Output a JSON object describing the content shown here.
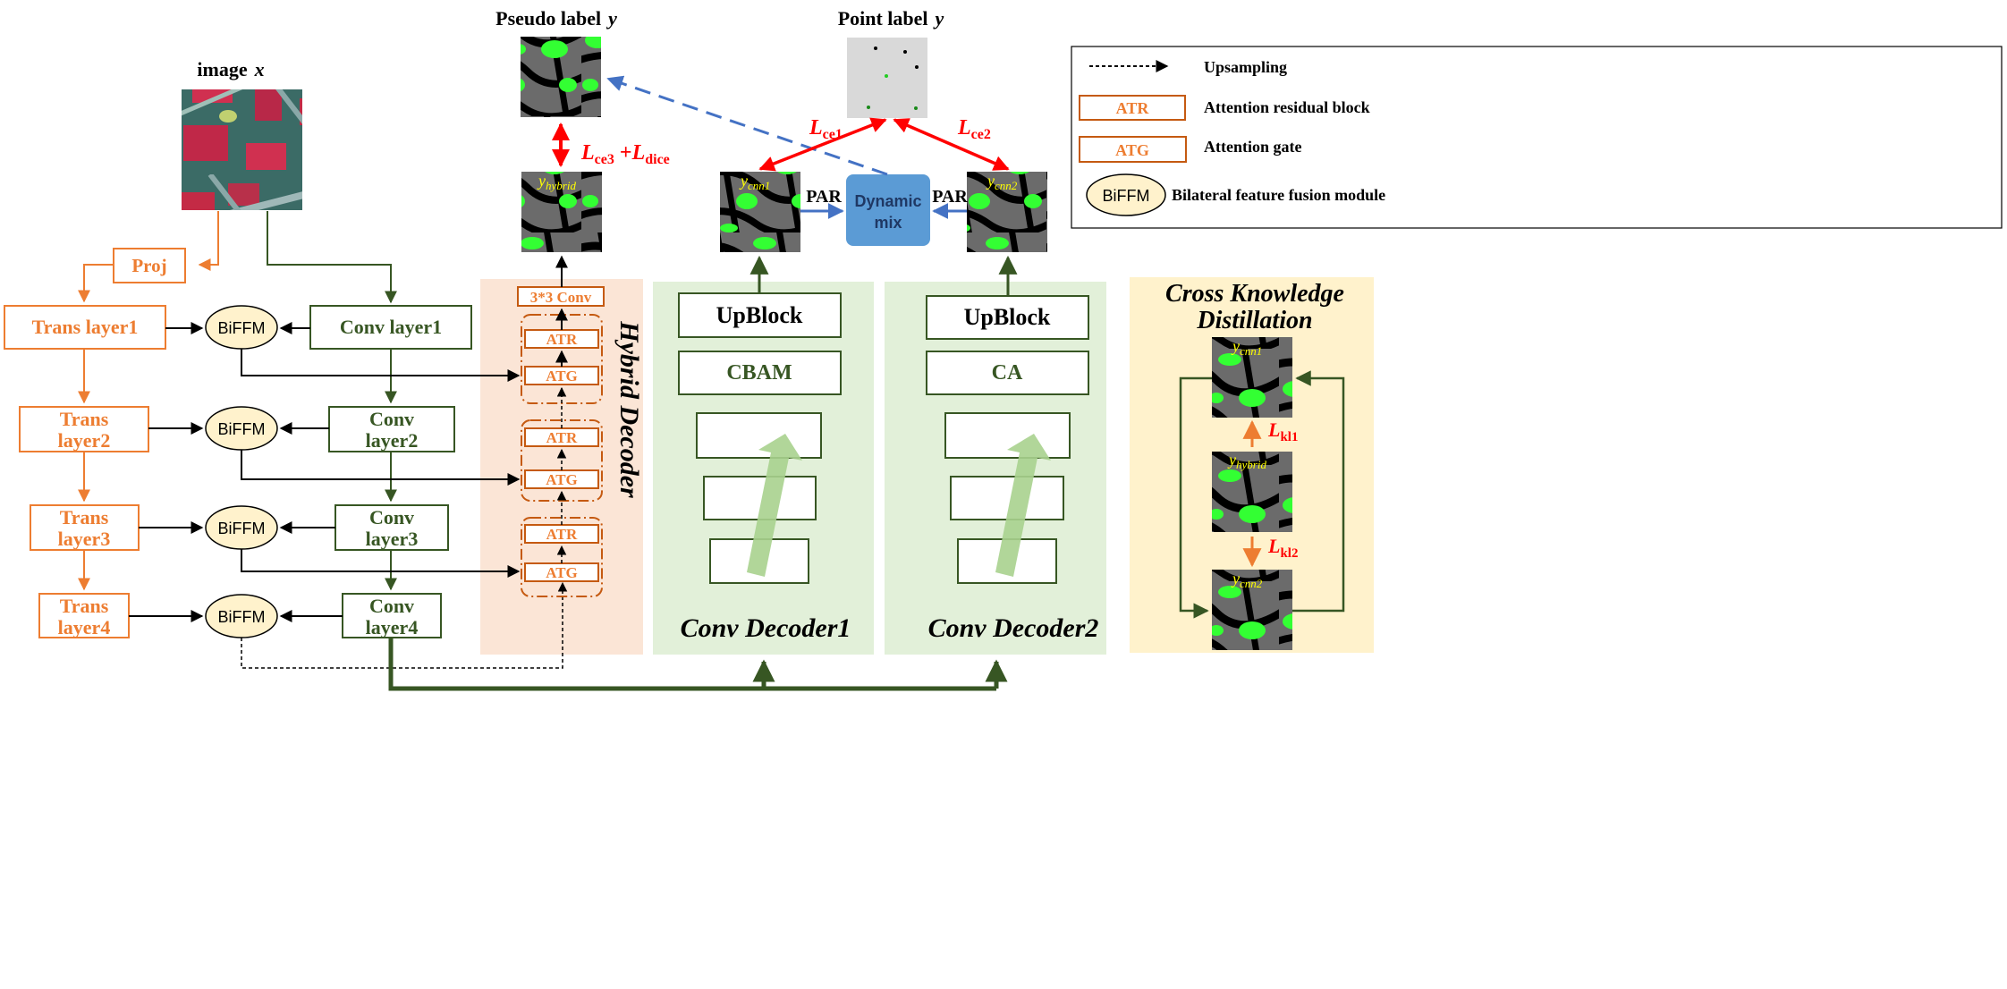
{
  "labels": {
    "image_title": "image",
    "image_var": "x",
    "pseudo_title": "Pseudo label",
    "pseudo_var": "y",
    "point_title": "Point label",
    "point_var": "y"
  },
  "loss": {
    "ce1": "L",
    "ce1_sub": "ce1",
    "ce2": "L",
    "ce2_sub": "ce2",
    "ce3": "L",
    "ce3_sub": "ce3",
    "plus": " +",
    "dice": "L",
    "dice_sub": "dice",
    "kl1": "L",
    "kl1_sub": "kl1",
    "kl2": "L",
    "kl2_sub": "kl2"
  },
  "outputs": {
    "hybrid": "y",
    "hybrid_sub": "hybrid",
    "cnn1": "y",
    "cnn1_sub": "cnn1",
    "cnn2": "y",
    "cnn2_sub": "cnn2"
  },
  "encoder": {
    "proj": "Proj",
    "trans": [
      {
        "line1": "Trans layer1",
        "line2": ""
      },
      {
        "line1": "Trans",
        "line2": "layer2"
      },
      {
        "line1": "Trans",
        "line2": "layer3"
      },
      {
        "line1": "Trans",
        "line2": "layer4"
      }
    ],
    "conv": [
      {
        "line1": "Conv layer1",
        "line2": ""
      },
      {
        "line1": "Conv",
        "line2": "layer2"
      },
      {
        "line1": "Conv",
        "line2": "layer3"
      },
      {
        "line1": "Conv",
        "line2": "layer4"
      }
    ],
    "biffm": "BiFFM"
  },
  "hybrid_decoder": {
    "title": "Hybrid Decoder",
    "conv33": "3*3 Conv",
    "atr": "ATR",
    "atg": "ATG"
  },
  "conv_decoder1": {
    "title": "Conv Decoder1",
    "upblock": "UpBlock",
    "attention": "CBAM"
  },
  "conv_decoder2": {
    "title": "Conv Decoder2",
    "upblock": "UpBlock",
    "attention": "CA"
  },
  "dynamic_mix": {
    "line1": "Dynamic",
    "line2": "mix",
    "par": "PAR"
  },
  "ckd": {
    "line1": "Cross  Knowledge",
    "line2": "Distillation"
  },
  "legend": {
    "upsampling": "Upsampling",
    "atr_box": "ATR",
    "atr_desc": "Attention residual block",
    "atg_box": "ATG",
    "atg_desc": "Attention gate",
    "biffm_box": "BiFFM",
    "biffm_desc": "Bilateral feature fusion module"
  },
  "colors": {
    "orange": "#ED7D31",
    "dark_orange": "#C55A11",
    "green": "#375623",
    "red": "#FF0000",
    "blue": "#4472C4",
    "mix_fill": "#5B9BD5",
    "biffm_fill": "#FFF2CC",
    "hybrid_bg": "#FBE5D6",
    "decoder_bg": "#E2F0D9",
    "ckd_bg": "#FFF2CC",
    "label_yellow": "#FFFF00"
  }
}
